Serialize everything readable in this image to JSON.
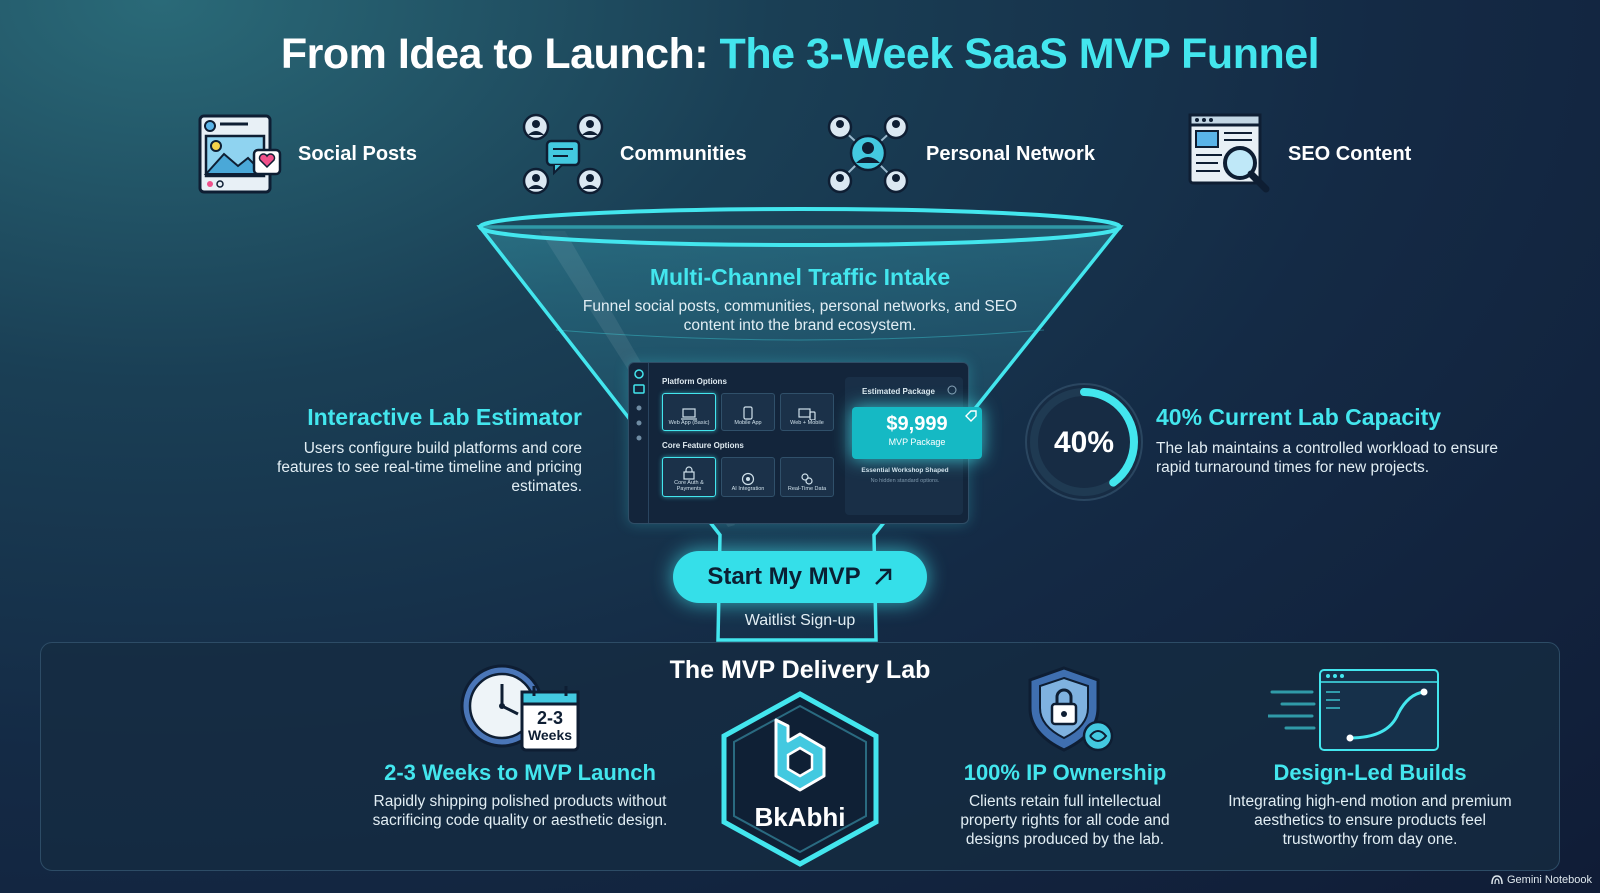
{
  "title": {
    "prefix": "From Idea to Launch: ",
    "highlight": "The 3-Week SaaS MVP Funnel"
  },
  "sources": [
    {
      "label": "Social Posts",
      "icon": "social-post-icon"
    },
    {
      "label": "Communities",
      "icon": "community-chat-icon"
    },
    {
      "label": "Personal Network",
      "icon": "network-people-icon"
    },
    {
      "label": "SEO Content",
      "icon": "seo-document-search-icon"
    }
  ],
  "funnel": {
    "heading": "Multi-Channel Traffic Intake",
    "description": "Funnel social posts, communities, personal networks, and SEO content into the brand ecosystem."
  },
  "estimator": {
    "heading": "Interactive Lab Estimator",
    "description": "Users configure build platforms and core features to see real-time timeline and pricing estimates.",
    "platform_label": "Platform Options",
    "platforms": [
      "Web App (Basic)",
      "Mobile App",
      "Web + Mobile"
    ],
    "feature_label": "Core Feature Options",
    "features": [
      "Core Auth & Payments",
      "AI Integration",
      "Real-Time Data"
    ],
    "package_label": "Estimated Package",
    "price": "$9,999",
    "price_caption": "MVP Package",
    "workshop": "Essential Workshop Shaped",
    "workshop_sub": "No hidden standard options."
  },
  "capacity": {
    "percent_text": "40%",
    "percent_value": 40,
    "heading": "40% Current Lab Capacity",
    "description": "The lab maintains a controlled workload to ensure rapid turnaround times for new projects."
  },
  "cta": {
    "label": "Start My MVP",
    "sublabel": "Waitlist Sign-up"
  },
  "lab": {
    "heading": "The MVP Delivery Lab",
    "brand": "BkAbhi",
    "calendar_line1": "2-3",
    "calendar_line2": "Weeks",
    "features": [
      {
        "heading": "2-3 Weeks to MVP Launch",
        "description": "Rapidly shipping polished products without sacrificing code quality or aesthetic design."
      },
      {
        "heading": "100% IP Ownership",
        "description": "Clients retain full intellectual property rights for all code and designs produced by the lab."
      },
      {
        "heading": "Design-Led Builds",
        "description": "Integrating high-end motion and premium aesthetics to ensure products feel trustworthy from day one."
      }
    ]
  },
  "footer": {
    "credit": "Gemini Notebook"
  },
  "colors": {
    "accent": "#43e6ee",
    "background": "#142a45",
    "text": "#ffffff"
  }
}
